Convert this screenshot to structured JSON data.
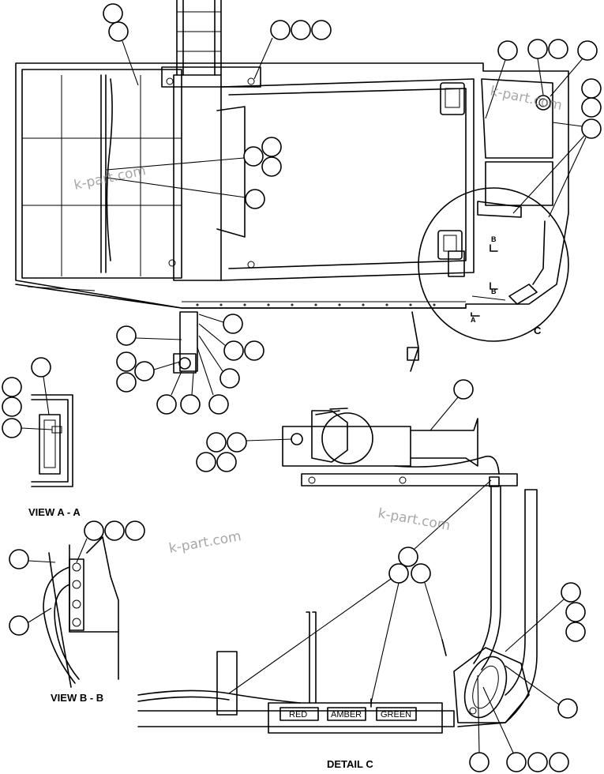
{
  "labels": {
    "view_aa": "VIEW A - A",
    "view_bb": "VIEW B - B",
    "detail_c": "DETAIL C",
    "detail_marker": "C",
    "section_a": "A",
    "section_b": "B"
  },
  "lamps": {
    "red": "RED",
    "amber": "AMBER",
    "green": "GREEN"
  },
  "watermark": "k-part.com",
  "colors": {
    "line": "#000000",
    "background": "#ffffff",
    "watermark": "#8a8a8a"
  }
}
